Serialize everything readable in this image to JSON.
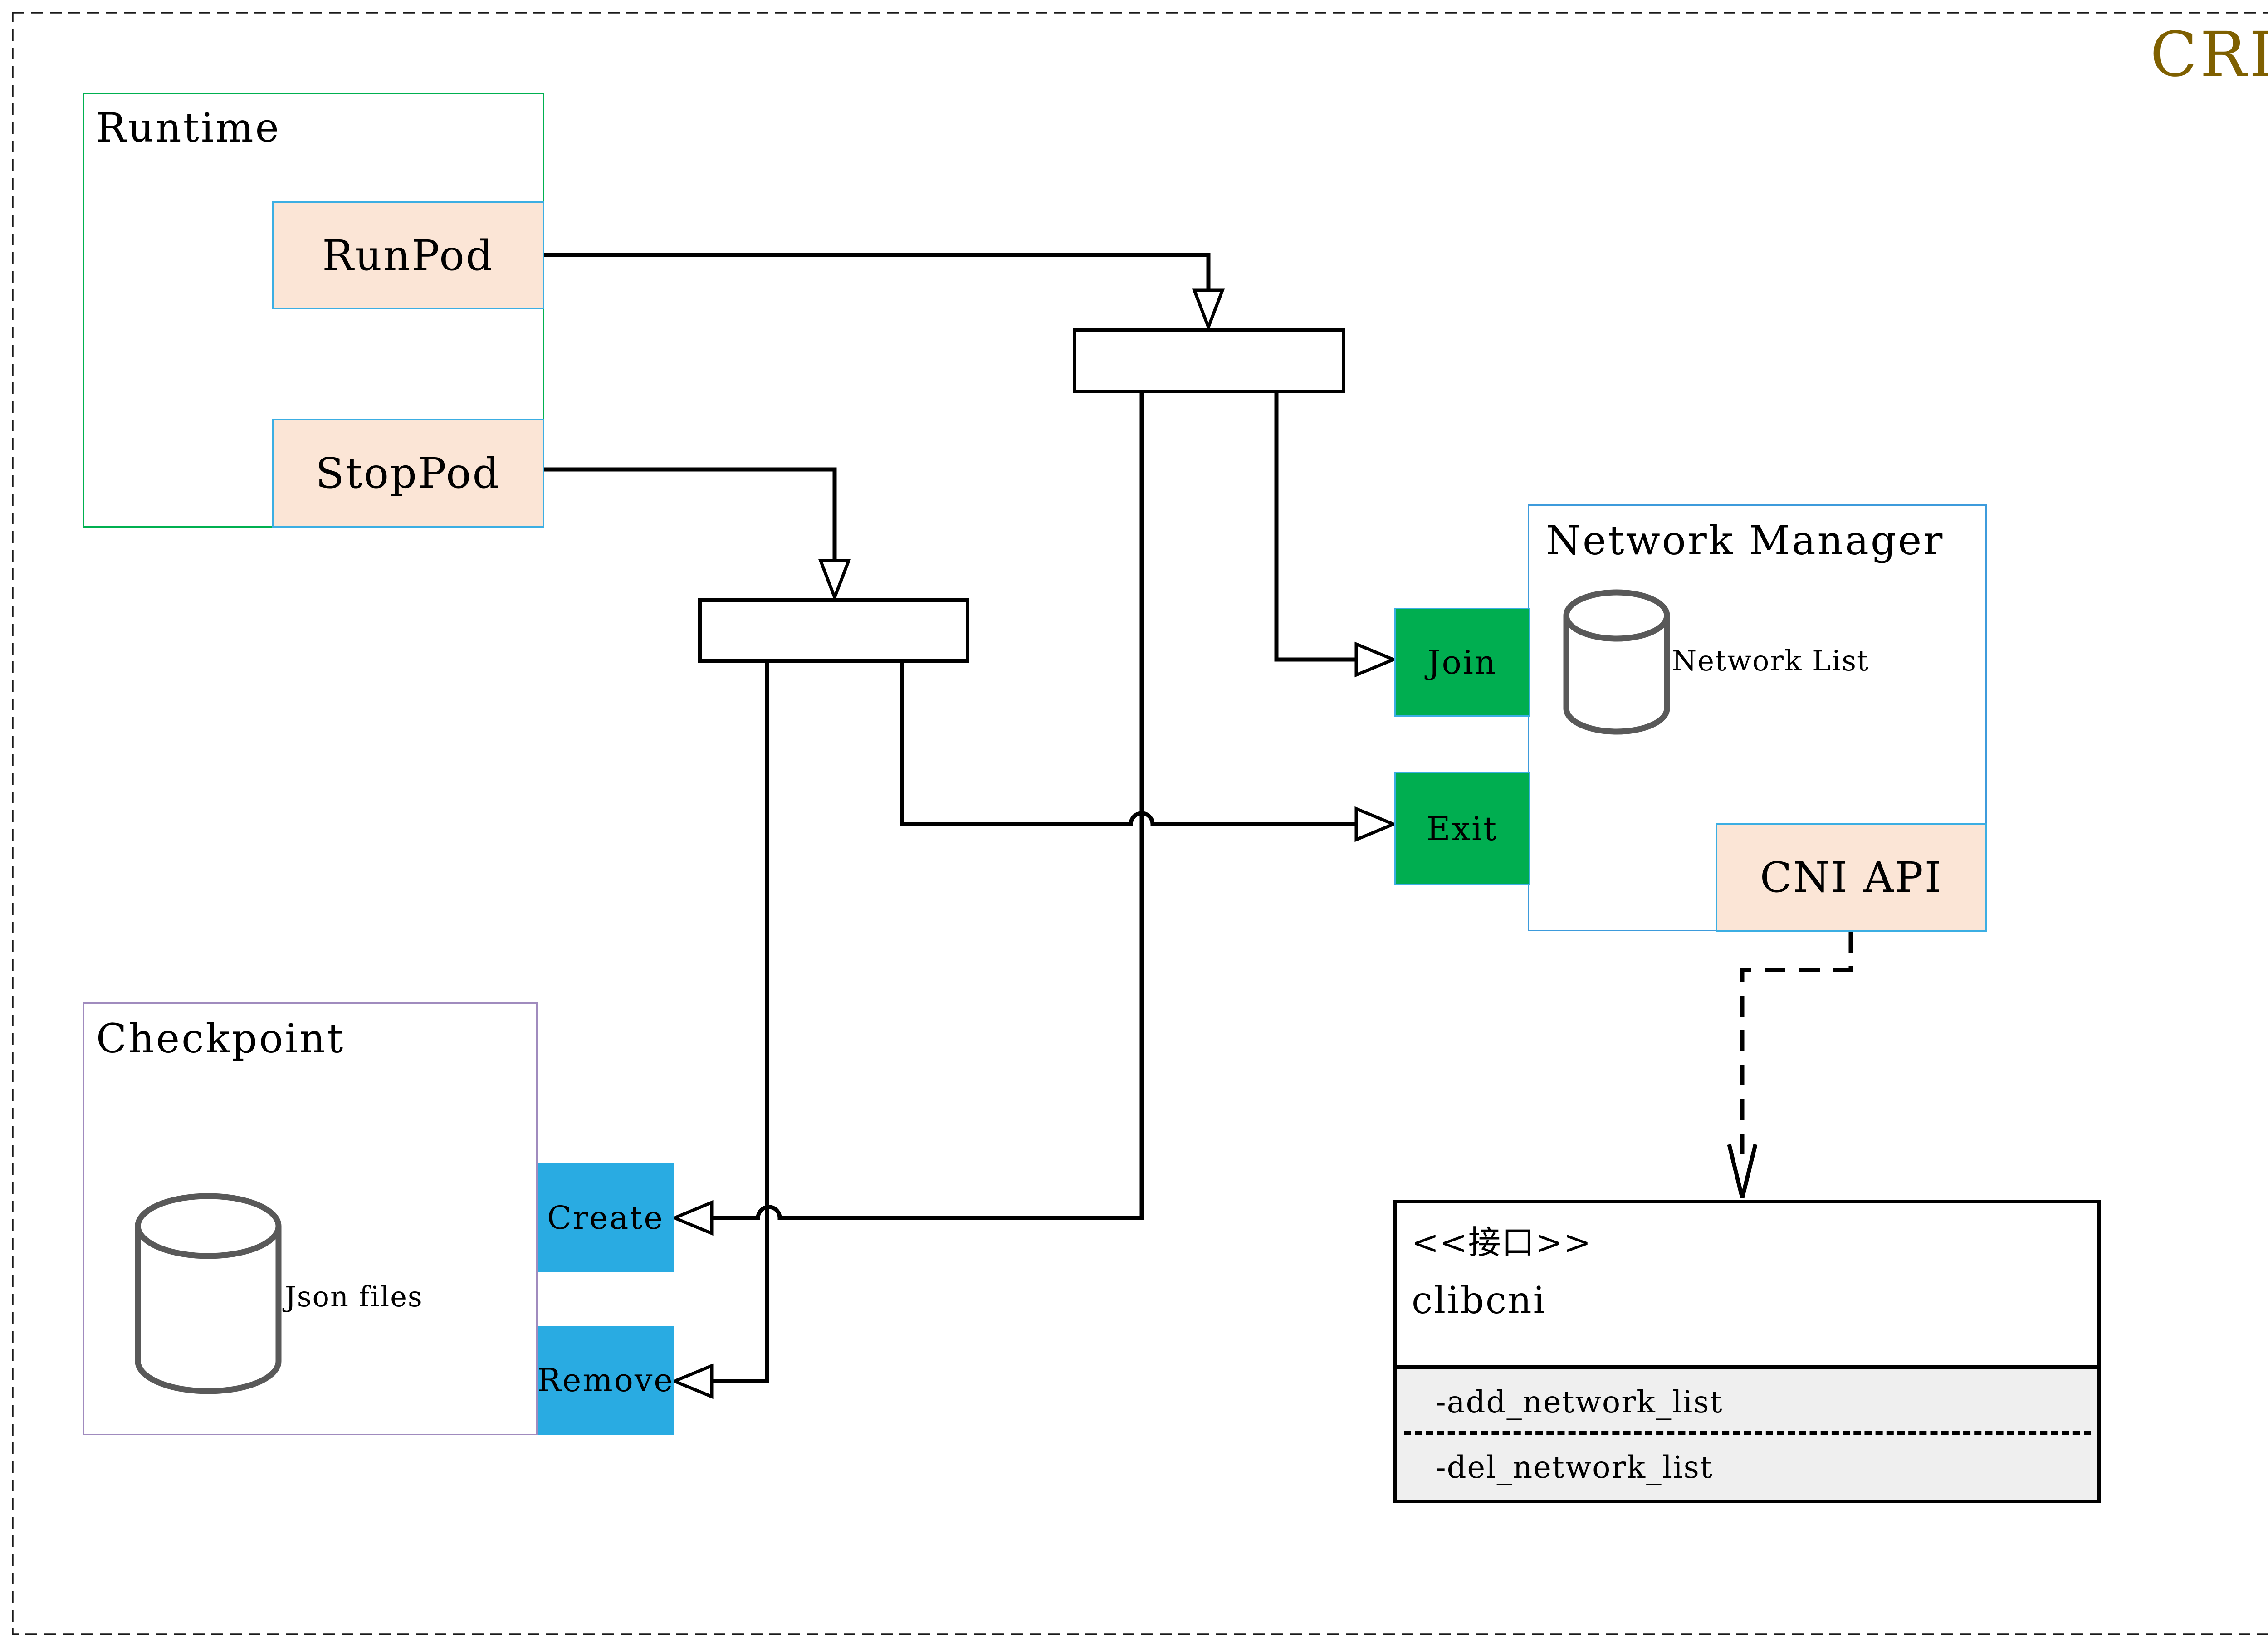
{
  "title": "CRI",
  "colors": {
    "gold": "#7F6000",
    "green": "#00AE50",
    "green-border": "#00B050",
    "cyan": "#29ABE2",
    "peach": "#FBE5D6",
    "blue-border": "#3BAEE3",
    "nm-border": "#3D9BDC",
    "purple-border": "#A08BBE",
    "cylinder": "#595959",
    "attr-bg": "#EFEFEF",
    "line": "#000000"
  },
  "runtime": {
    "label": "Runtime",
    "runpod_label": "RunPod",
    "stoppod_label": "StopPod"
  },
  "network_manager": {
    "label": "Network Manager",
    "network_list_label": "Network List",
    "join_label": "Join",
    "exit_label": "Exit",
    "cni_api_label": "CNI API"
  },
  "checkpoint": {
    "label": "Checkpoint",
    "json_files_label": "Json files",
    "create_label": "Create",
    "remove_label": "Remove"
  },
  "interface_box": {
    "stereotype": "<<接口>>",
    "name": "clibcni",
    "methods": [
      "-add_network_list",
      "-del_network_list"
    ]
  }
}
